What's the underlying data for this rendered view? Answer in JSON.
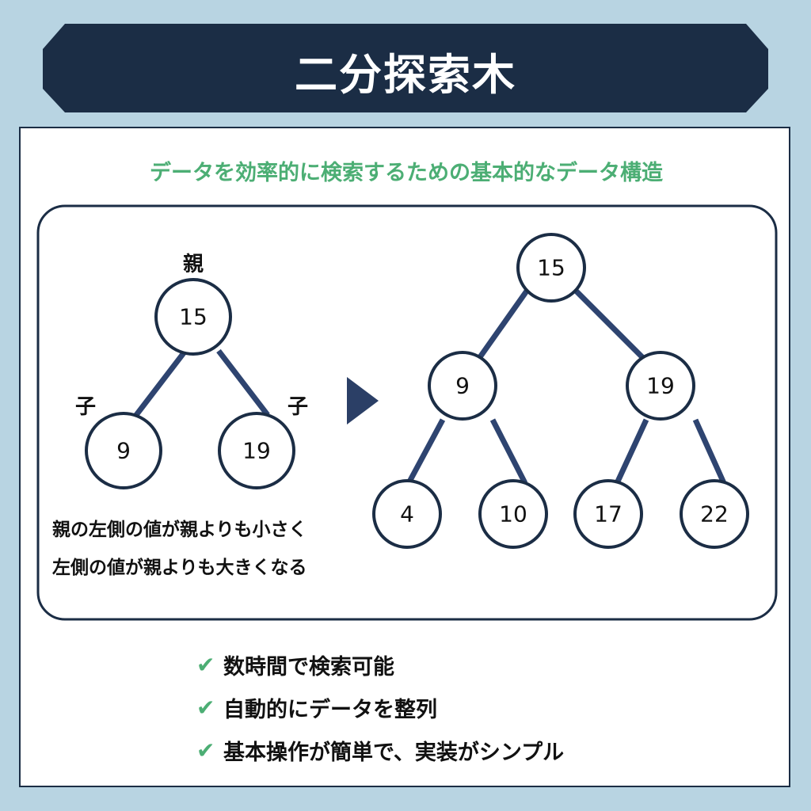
{
  "title": "二分探索木",
  "subtitle": "データを効率的に検索するための基本的なデータ構造",
  "left_diagram": {
    "root_value": "15",
    "left_value": "9",
    "right_value": "19",
    "parent_label": "親",
    "child_label": "子",
    "caption_line1": "親の左側の値が親よりも小さく",
    "caption_line2": "左側の値が親よりも大きくなる"
  },
  "tree": {
    "root": "15",
    "level1": [
      "9",
      "19"
    ],
    "level2": [
      "4",
      "10",
      "17",
      "22"
    ]
  },
  "features": [
    "数時間で検索可能",
    "自動的にデータを整列",
    "基本操作が簡単で、実装がシンプル"
  ],
  "colors": {
    "background": "#b8d4e2",
    "navy": "#1b2d45",
    "edge": "#2e4470",
    "accent_green": "#4cae74",
    "arrow": "#2b3f66"
  },
  "icons": {
    "arrow": "play-arrow-icon",
    "check": "check-icon"
  }
}
